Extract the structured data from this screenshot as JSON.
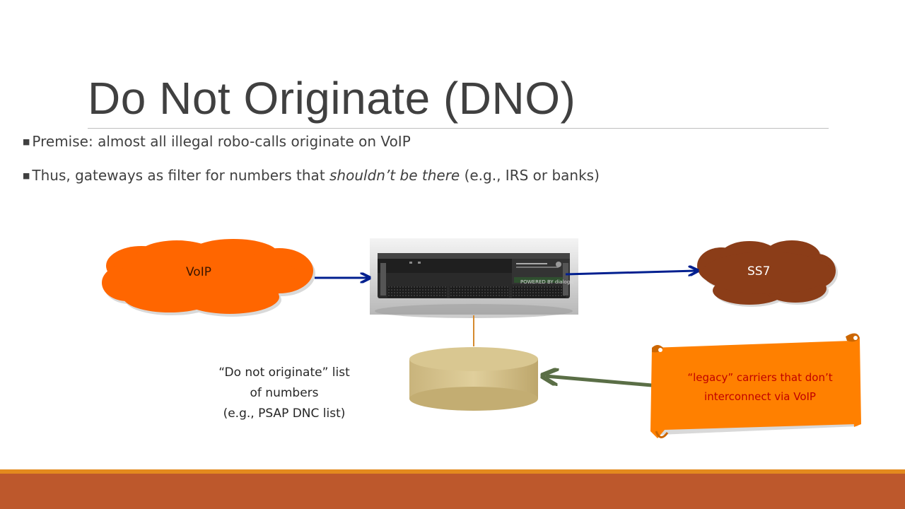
{
  "slide": {
    "title": "Do Not Originate (DNO)",
    "bullets": [
      {
        "text": "Premise: almost all illegal robo-calls originate on VoIP"
      },
      {
        "before": "Thus, gateways as filter for numbers that ",
        "italic": "shouldn’t be there",
        "after": " (e.g., IRS or banks)"
      }
    ]
  },
  "diagram": {
    "voip_cloud": {
      "label": "VoIP",
      "color": "#ff6600"
    },
    "ss7_cloud": {
      "label": "SS7",
      "color": "#8b3d18"
    },
    "gateway": {
      "icon": "gateway-server-icon",
      "brand": "POWERED BY dialogic"
    },
    "database": {
      "icon": "database-cylinder-icon",
      "color": "#d6c28c"
    },
    "db_caption": [
      "“Do not originate” list",
      "of numbers",
      "(e.g., PSAP DNC list)"
    ],
    "legacy_scroll": {
      "text": "“legacy” carriers that don’t interconnect via VoIP",
      "color": "#ff8000"
    },
    "arrow_color": "#001f8f",
    "green_arrow_color": "#5a6e46"
  },
  "footer": {
    "accent": "#e38a1e",
    "bar": "#bd582c"
  }
}
